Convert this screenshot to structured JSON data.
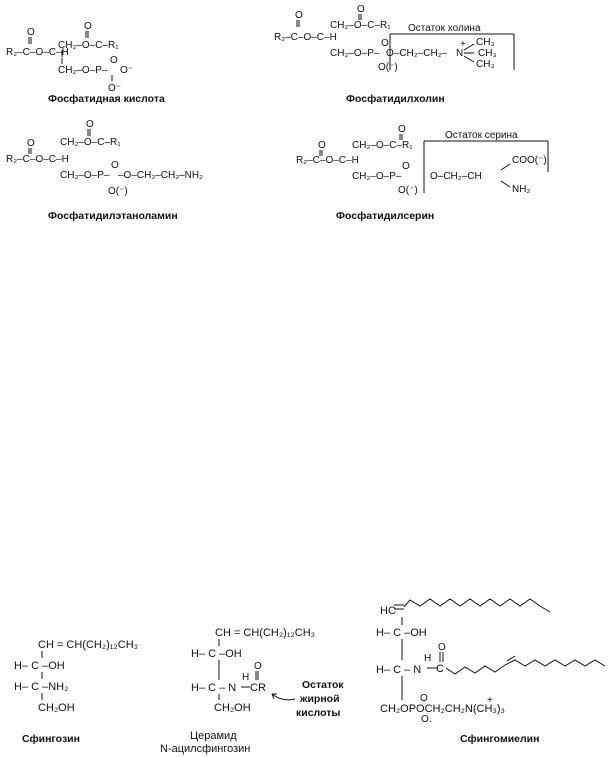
{
  "captions": {
    "phosphatidic_acid": "Фосфатидная кислота",
    "phosphatidylcholine": "Фосфатидилхолин",
    "phosphatidylethanolamine": "Фосфатидилэтаноламин",
    "phosphatidylserine": "Фосфатидилсерин",
    "sphingosine": "Сфингозин",
    "ceramide_line1": "Церамид",
    "ceramide_line2": "N-ацилсфингозин",
    "sphingomyelin": "Сфингомиелин"
  },
  "annotations": {
    "choline_residue": "Остаток холина",
    "serine_residue": "Остаток серина",
    "fatty_acid_line1": "Остаток",
    "fatty_acid_line2": "жирной",
    "fatty_acid_line3": "кислоты"
  },
  "atoms": {
    "O": "O",
    "R1": "R₁",
    "R2": "R₂",
    "H": "H",
    "C": "C",
    "P": "P",
    "N": "N",
    "Ominus": "O⁻",
    "Oparen": "O(⁻)",
    "CH3": "CH₃",
    "NH2": "NH₂",
    "OH": "OH",
    "COO": "COO(⁻)",
    "CH2O_C": "CH₂–O–C–R₁",
    "CH2O_P": "CH₂–O–P–",
    "R2C_O_C_H": "R₂–C–O–C–H",
    "OCH2CH2": "O–CH₂–CH₂–",
    "OCH2CH2NH2": "–O–CH₂–CH₂–NH₂",
    "OCH2CH": "O–CH₂–CH",
    "CH_chain": "CH = CH(CH₂)₁₂CH₃",
    "HC": "HC",
    "CH2OH": "CH₂OH",
    "CR": "CR",
    "SM_head": "CH₂OPOCH₂CH₂N(CH₃)₃",
    "H_C_OH": "H– C –OH",
    "H_C_NH2": "H– C –NH₂",
    "H_C_N": "H– C – N",
    "plus": "+",
    "dot": "."
  }
}
